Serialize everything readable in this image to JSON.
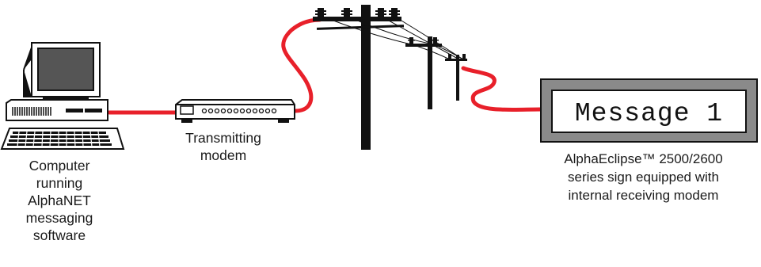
{
  "sign": {
    "message": "Message 1"
  },
  "labels": {
    "computer": "Computer\nrunning\nAlphaNET\nmessaging\nsoftware",
    "modem": "Transmitting\nmodem",
    "sign": "AlphaEclipse™ 2500/2600\nseries sign equipped with\ninternal receiving modem"
  },
  "colors": {
    "cable": "#e8202a",
    "outline": "#111111",
    "sign_frame": "#8a8a8a"
  }
}
